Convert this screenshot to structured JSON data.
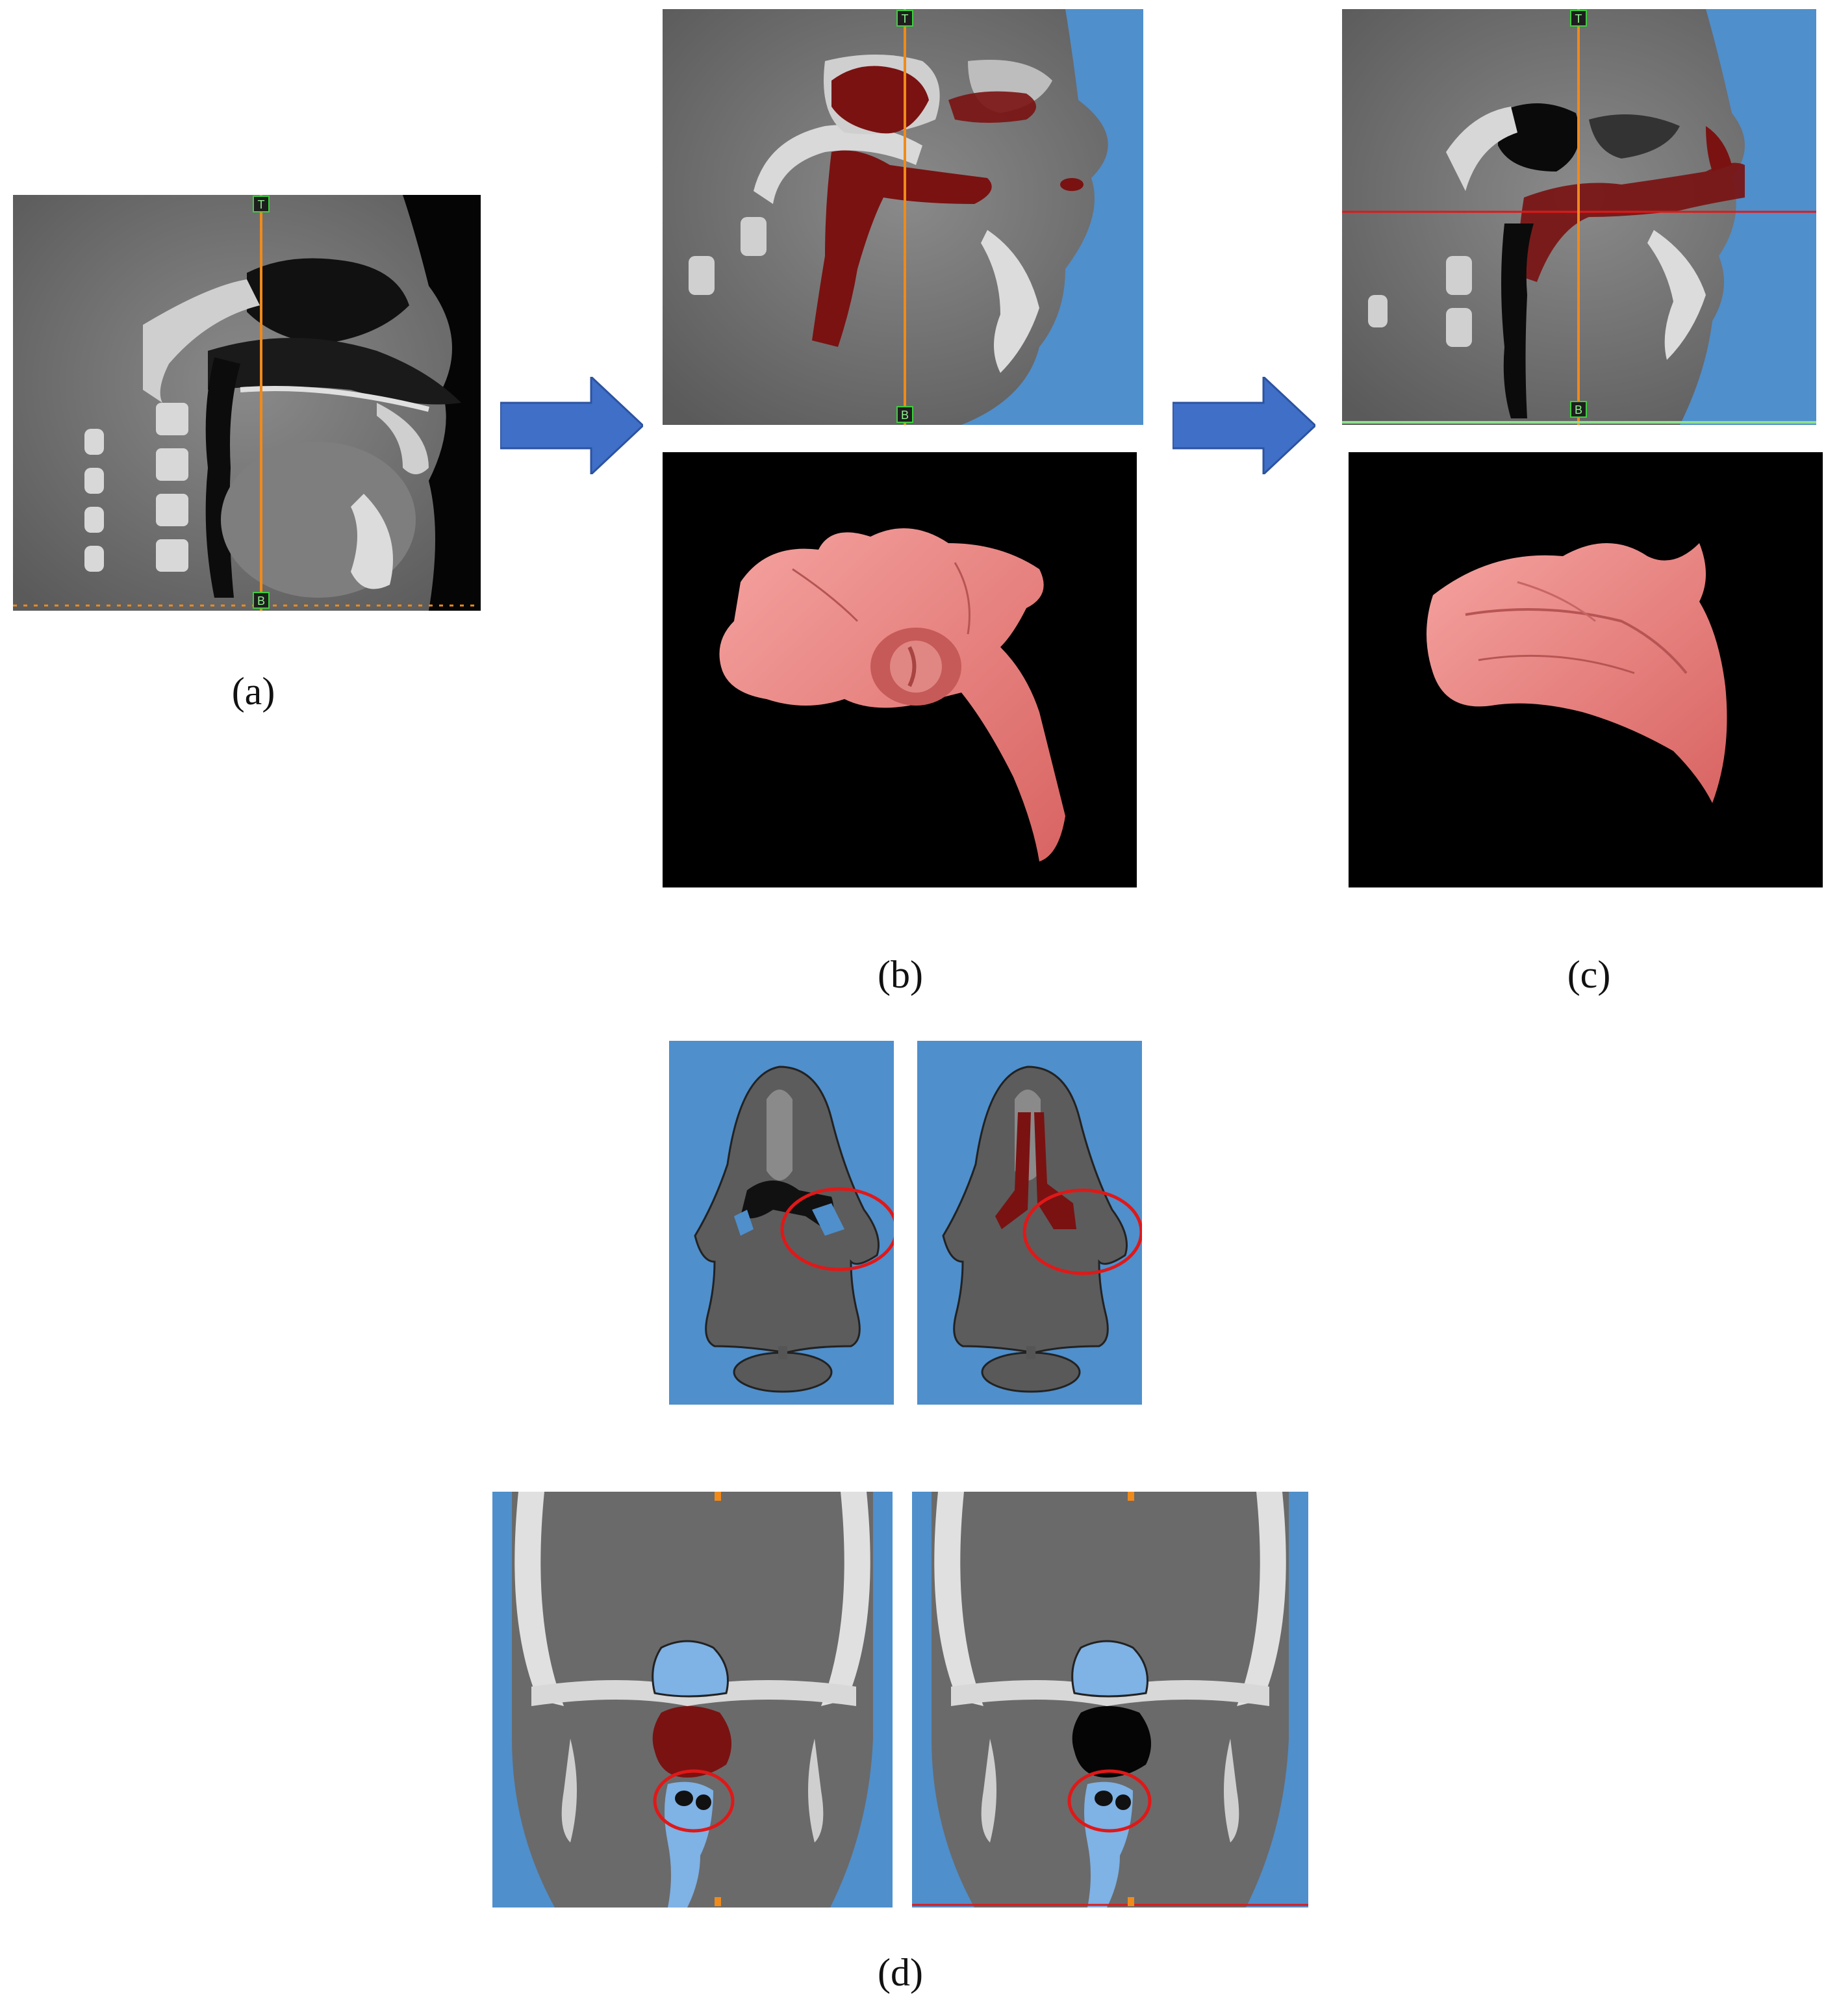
{
  "captions": {
    "a": "(a)",
    "b": "(b)",
    "c": "(c)",
    "d": "(d)"
  },
  "slice_markers": {
    "top": "T",
    "bottom": "B"
  },
  "colors": {
    "ct_background": "#6b6b6b",
    "segmentation_dark_red": "#7a1212",
    "model_pink": "#e87a78",
    "viewer_blue": "#4f8fcc",
    "guide_line_orange": "#f08a1a",
    "annotation_circle_red": "#e01818",
    "arrow_blue": "#3f6fc7"
  }
}
